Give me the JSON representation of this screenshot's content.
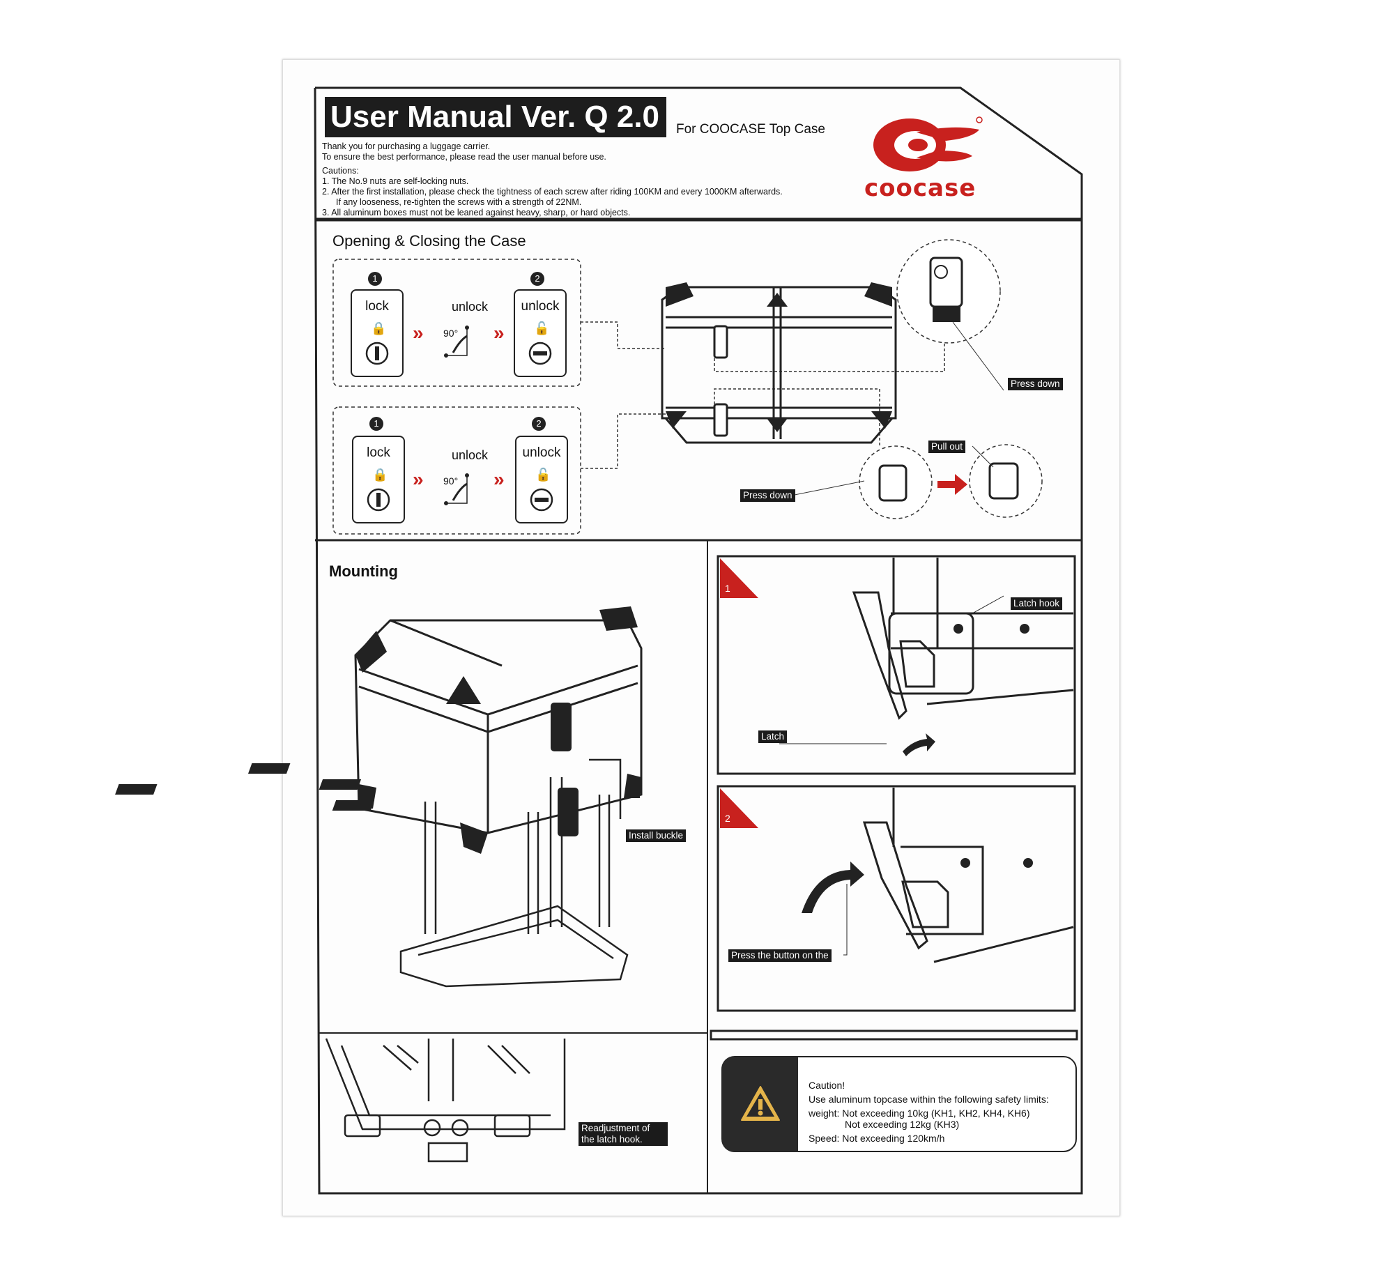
{
  "header": {
    "title": "User Manual Ver. Q 2.0",
    "subtitle": "For COOCASE Top Case",
    "intro_line1": "Thank you for purchasing a luggage carrier.",
    "intro_line2": "To ensure the best performance, please read the user manual before use.",
    "cautions_heading": "Cautions:",
    "caution_1": "1.  The No.9 nuts are self-locking nuts.",
    "caution_2": "2.  After the first installation, please check the tightness of each screw after riding 100KM and every 1000KM afterwards.",
    "caution_2b": "If any looseness, re-tighten the screws with a strength of 22NM.",
    "caution_3": "3.  All aluminum boxes must not be leaned against heavy, sharp, or hard objects.",
    "brand": "coocase",
    "brand_color": "#c8211e"
  },
  "opening": {
    "title": "Opening & Closing the Case",
    "step1": "1",
    "step2": "2",
    "lock": "lock",
    "unlock": "unlock",
    "angle": "90°",
    "press_down": "Press down",
    "pull_out": "Pull out"
  },
  "mounting": {
    "title": "Mounting",
    "install_buckle": "Install buckle",
    "readjust": "Readjustment of the latch hook.",
    "step1": "1",
    "step2": "2",
    "latch_hook": "Latch hook",
    "latch": "Latch",
    "press_button": "Press the button on the"
  },
  "caution_box": {
    "heading": "Caution!",
    "line1": "Use aluminum topcase within the following safety limits:",
    "line2": "weight: Not exceeding 10kg (KH1, KH2, KH4, KH6)",
    "line3": "Not exceeding 12kg (KH3)",
    "line4": "Speed: Not exceeding 120km/h"
  }
}
